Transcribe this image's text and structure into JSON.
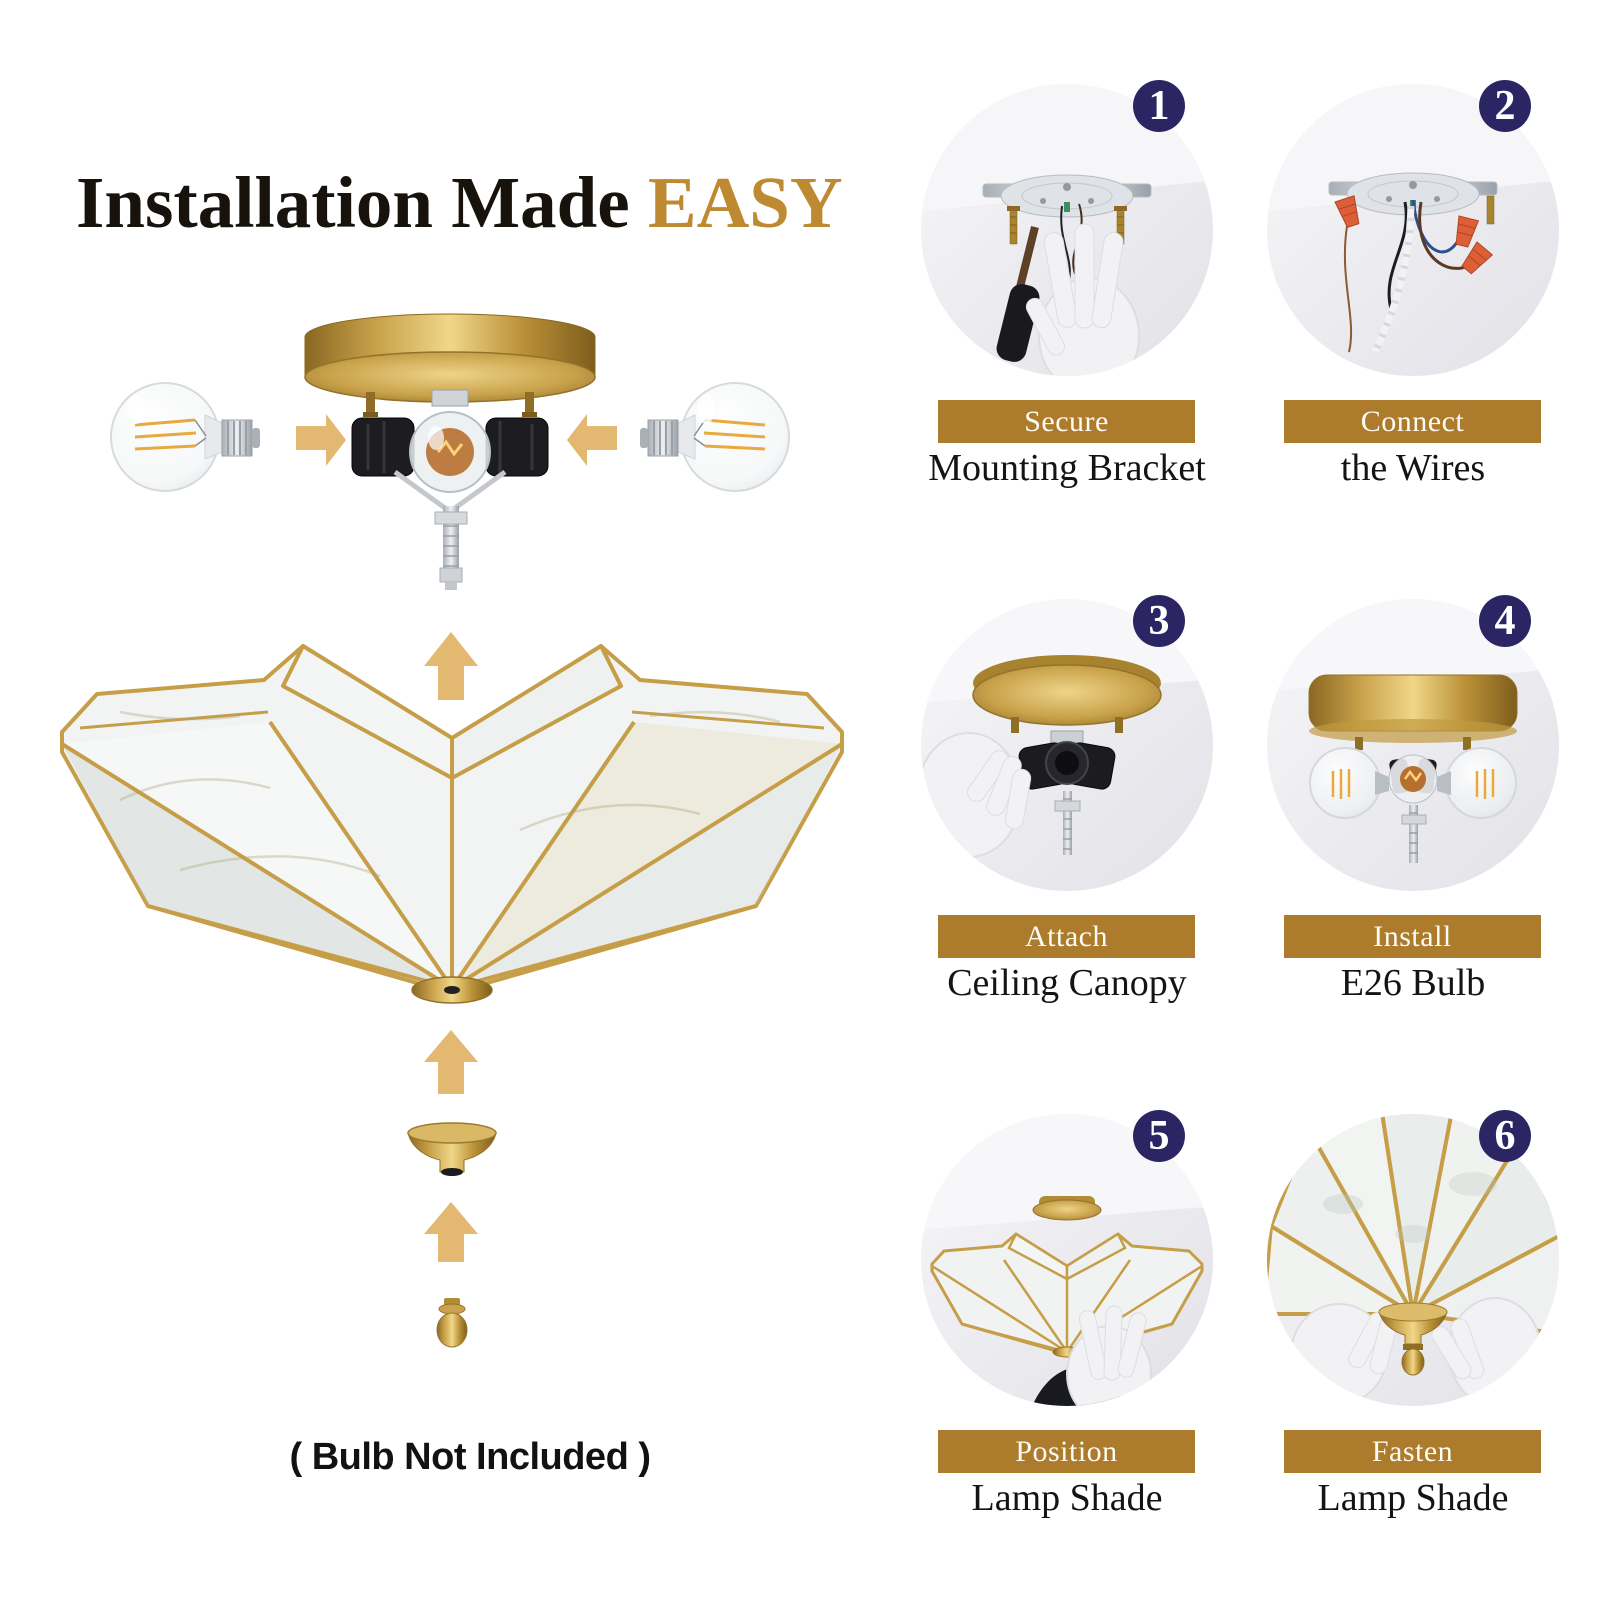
{
  "title": {
    "prefix": "Installation Made ",
    "highlight": "EASY"
  },
  "steps": [
    {
      "num": "1",
      "action": "Secure",
      "target": "Mounting Bracket"
    },
    {
      "num": "2",
      "action": "Connect",
      "target": "the Wires"
    },
    {
      "num": "3",
      "action": "Attach",
      "target": "Ceiling Canopy"
    },
    {
      "num": "4",
      "action": "Install",
      "target": "E26 Bulb"
    },
    {
      "num": "5",
      "action": "Position",
      "target": "Lamp Shade"
    },
    {
      "num": "6",
      "action": "Fasten",
      "target": "Lamp Shade"
    }
  ],
  "note": "( Bulb Not Included )",
  "colors": {
    "accent_gold": "#AD7B2C",
    "title_gold": "#BE8A31",
    "badge_navy": "#2B2663",
    "arrow_tan": "#E3B871",
    "brass": "#C9A24B",
    "label_text": "#141414",
    "bar_text": "#FDFBF5"
  }
}
